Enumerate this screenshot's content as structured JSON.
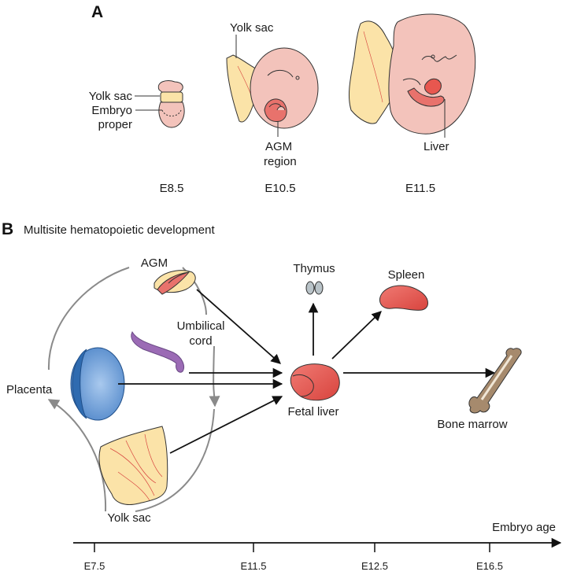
{
  "panel_a": {
    "letter": "A",
    "stages": [
      {
        "age": "E8.5"
      },
      {
        "age": "E10.5"
      },
      {
        "age": "E11.5"
      }
    ],
    "labels": {
      "yolk_sac_e85": "Yolk sac",
      "embryo_line1": "Embryo",
      "embryo_line2": "proper",
      "yolk_sac_e105": "Yolk sac",
      "agm_line1": "AGM",
      "agm_line2": "region",
      "liver": "Liver"
    }
  },
  "panel_b": {
    "letter": "B",
    "title": "Multisite hematopoietic development",
    "sites": {
      "agm": "AGM",
      "umbilical_line1": "Umbilical",
      "umbilical_line2": "cord",
      "placenta": "Placenta",
      "yolk_sac": "Yolk sac",
      "fetal_liver": "Fetal liver",
      "thymus": "Thymus",
      "spleen": "Spleen",
      "bone_marrow": "Bone marrow"
    },
    "timeline": {
      "label": "Embryo age",
      "ticks": [
        "E7.5",
        "E11.5",
        "E12.5",
        "E16.5"
      ]
    }
  },
  "colors": {
    "embryo": "#f3c3bb",
    "yolk": "#fbe3a8",
    "liver": "#e8574f",
    "placenta": "#3f7ec7",
    "umbilical": "#9b6bb5",
    "thymus": "#b9c3c8",
    "bone": "#a68a6d",
    "gray_arrow": "#8a8a8a"
  }
}
